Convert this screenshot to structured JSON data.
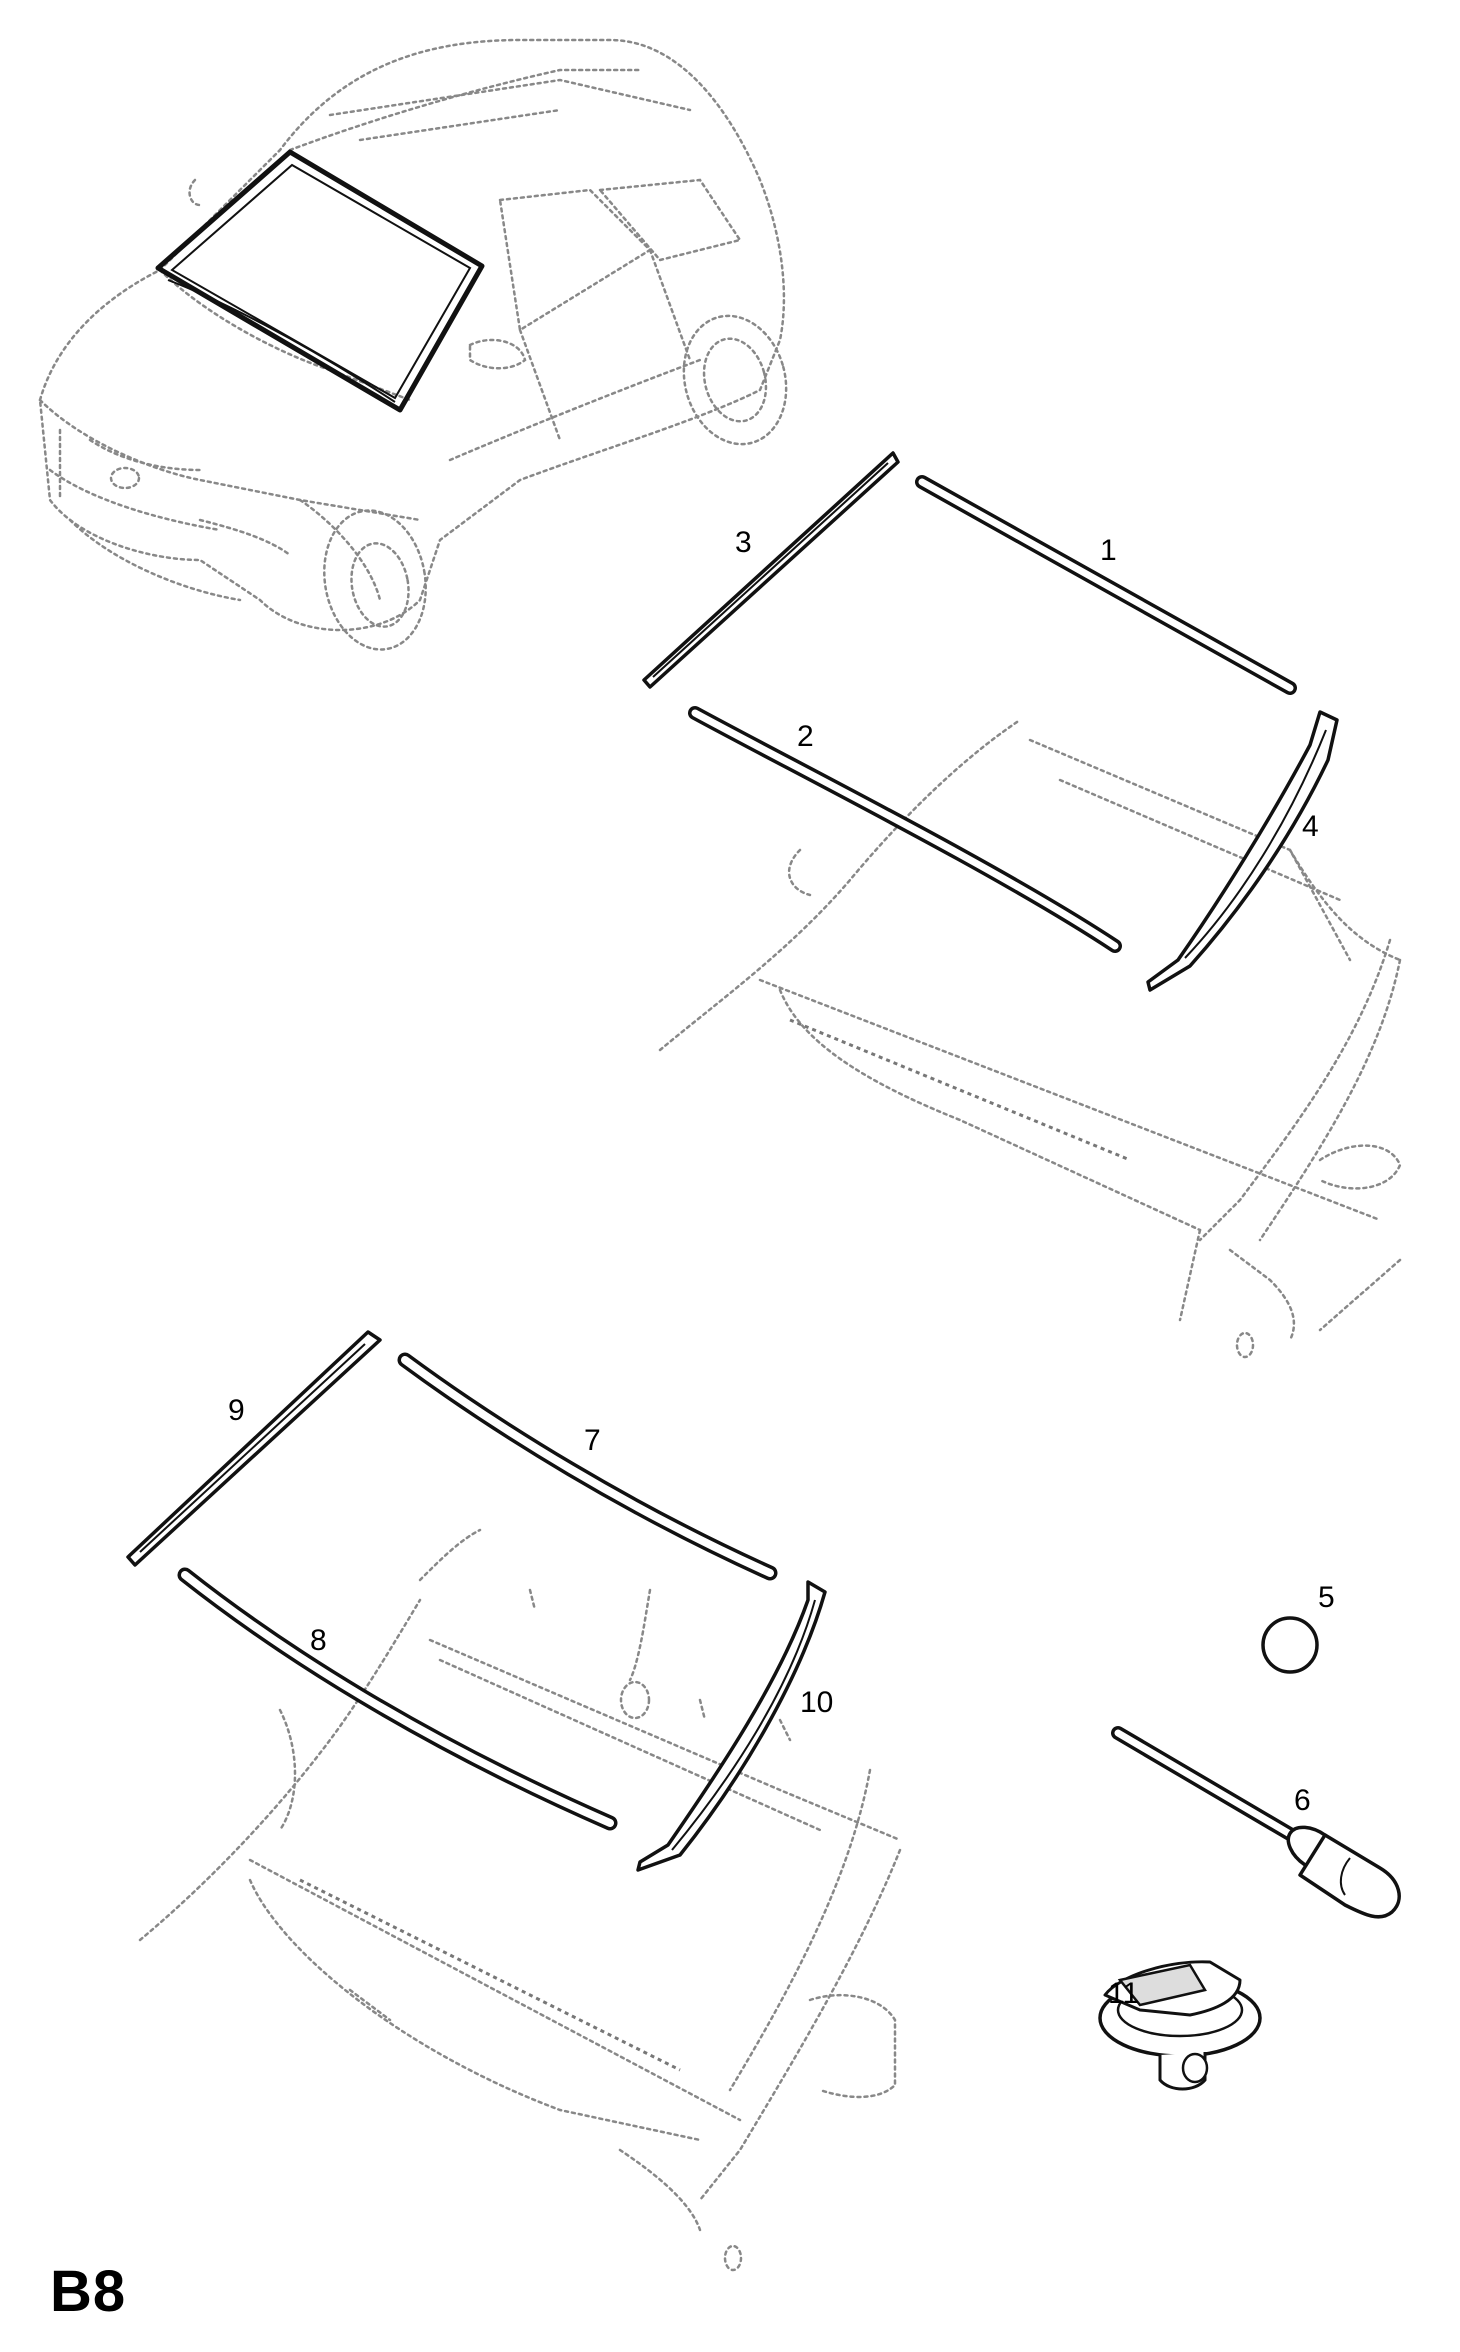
{
  "page_label": "B8",
  "callouts": {
    "c1": "1",
    "c2": "2",
    "c3": "3",
    "c4": "4",
    "c5": "5",
    "c6": "6",
    "c7": "7",
    "c8": "8",
    "c9": "9",
    "c10": "10",
    "c11": "11"
  }
}
